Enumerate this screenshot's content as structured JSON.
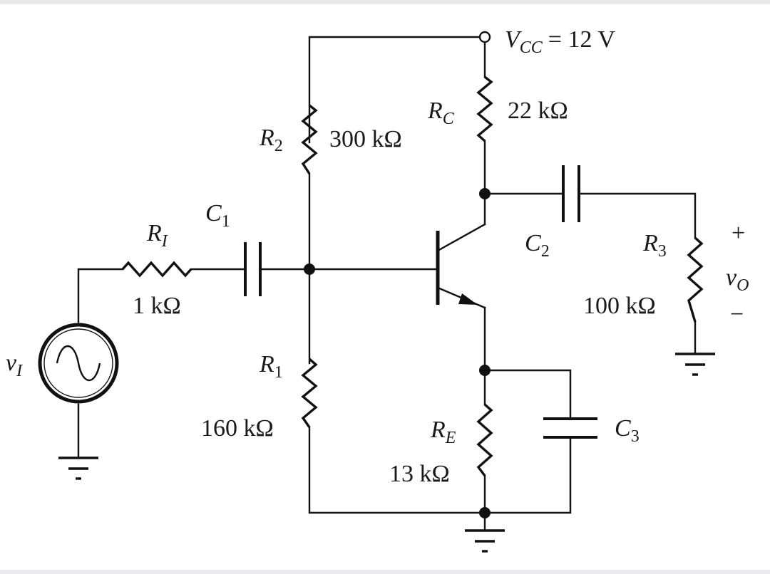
{
  "supply": {
    "name": "V",
    "sub": "CC",
    "value": "= 12 V"
  },
  "components": {
    "RC": {
      "name": "R",
      "sub": "C",
      "value": "22 kΩ"
    },
    "R2": {
      "name": "R",
      "sub": "2",
      "value": "300 kΩ"
    },
    "R1": {
      "name": "R",
      "sub": "1",
      "value": "160 kΩ"
    },
    "RI": {
      "name": "R",
      "sub": "I",
      "value": "1 kΩ"
    },
    "RE": {
      "name": "R",
      "sub": "E",
      "value": "13 kΩ"
    },
    "R3": {
      "name": "R",
      "sub": "3",
      "value": "100 kΩ"
    },
    "C1": {
      "name": "C",
      "sub": "1"
    },
    "C2": {
      "name": "C",
      "sub": "2"
    },
    "C3": {
      "name": "C",
      "sub": "3"
    }
  },
  "source": {
    "name": "v",
    "sub": "I"
  },
  "output": {
    "name": "v",
    "sub": "O",
    "plus": "+",
    "minus": "−"
  }
}
